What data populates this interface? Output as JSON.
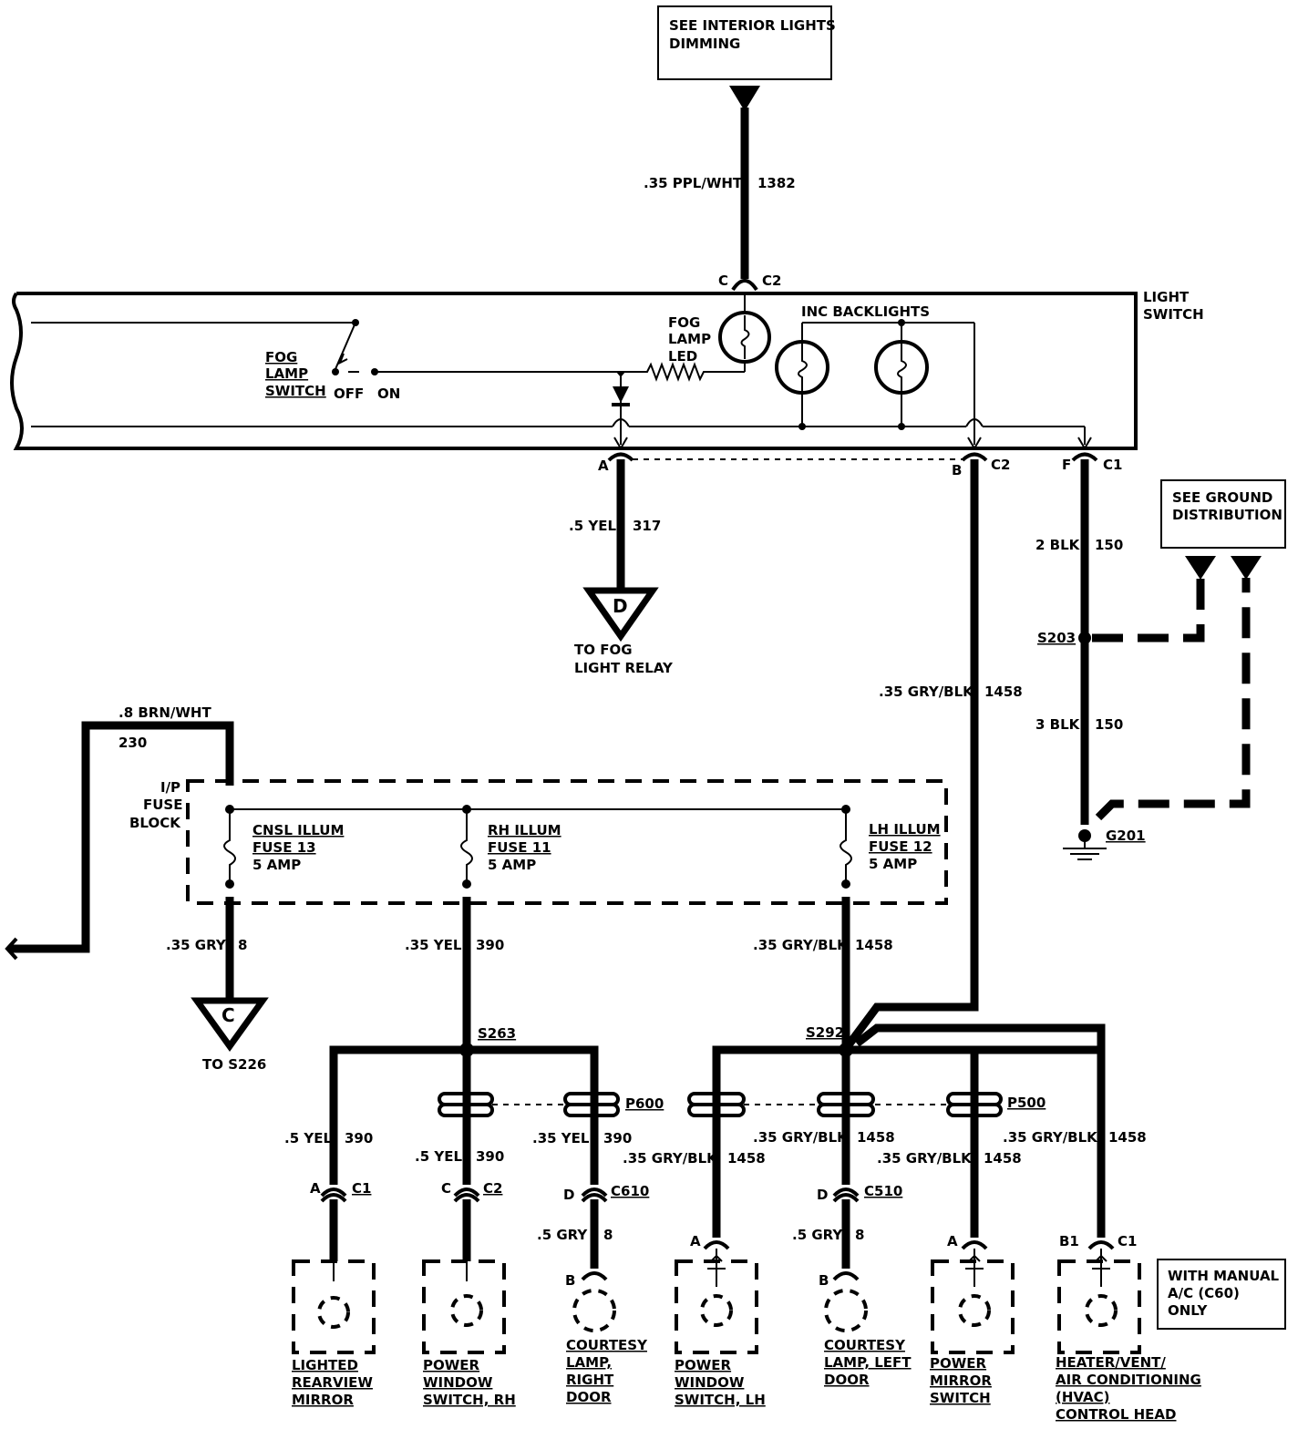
{
  "labels": {
    "interior_lights": [
      "SEE INTERIOR LIGHTS",
      "DIMMING"
    ],
    "wire_1382": [
      ".35 PPL/WHT",
      "1382"
    ],
    "conn_c_top": [
      "C",
      "C2"
    ],
    "light_switch": [
      "LIGHT",
      "SWITCH"
    ],
    "fog_lamp_led": [
      "FOG",
      "LAMP",
      "LED"
    ],
    "inc_backlights": "INC BACKLIGHTS",
    "fog_lamp_switch": [
      "FOG",
      "LAMP",
      "SWITCH"
    ],
    "off": "OFF",
    "on": "ON",
    "conn_a": [
      "A"
    ],
    "conn_b": [
      "B",
      "C2"
    ],
    "conn_f": [
      "F",
      "C1"
    ],
    "wire_317": [
      ".5 YEL",
      "317"
    ],
    "relay_letter": "D",
    "to_fog_relay": [
      "TO FOG",
      "LIGHT RELAY"
    ],
    "ground_dist": [
      "SEE GROUND",
      "DISTRIBUTION"
    ],
    "wire_150a": [
      "2 BLK",
      "150"
    ],
    "s203": "S203",
    "wire_150b": [
      "3 BLK",
      "150"
    ],
    "g201": "G201",
    "wire_1458_main": [
      ".35 GRY/BLK",
      "1458"
    ],
    "wire_230": [
      ".8 BRN/WHT",
      "230"
    ],
    "fuse_block": [
      "I/P",
      "FUSE",
      "BLOCK"
    ],
    "fuse13": [
      "CNSL ILLUM",
      "FUSE 13",
      "5 AMP"
    ],
    "fuse11": [
      "RH ILLUM",
      "FUSE 11",
      "5 AMP"
    ],
    "fuse12": [
      "LH ILLUM",
      "FUSE 12",
      "5 AMP"
    ],
    "wire_8_top": [
      ".35 GRY",
      "8"
    ],
    "wire_390_top": [
      ".35 YEL",
      "390"
    ],
    "wire_1458_fuse": [
      ".35 GRY/BLK",
      "1458"
    ],
    "s226_letter": "C",
    "to_s226": "TO S226",
    "s263": "S263",
    "s292": "S292",
    "p600": "P600",
    "p500": "P500",
    "w_390_a": [
      ".5 YEL",
      "390"
    ],
    "w_390_b": [
      ".5 YEL",
      "390"
    ],
    "w_390_c": [
      ".35 YEL",
      "390"
    ],
    "w_1458_a": [
      ".35 GRY/BLK",
      "1458"
    ],
    "w_1458_b": [
      ".35 GRY/BLK",
      "1458"
    ],
    "w_1458_c": [
      ".35 GRY/BLK",
      "1458"
    ],
    "w_1458_d": [
      ".35 GRY/BLK",
      "1458"
    ],
    "conn_a_c1": [
      "A",
      "C1"
    ],
    "conn_c_c2": [
      "C",
      "C2"
    ],
    "conn_d_c610": [
      "D",
      "C610"
    ],
    "conn_d_c510": [
      "D",
      "C510"
    ],
    "w_8_b1": [
      ".5 GRY",
      "8"
    ],
    "w_8_b2": [
      ".5 GRY",
      "8"
    ],
    "conn_b_1": "B",
    "conn_b_2": "B",
    "conn_a_pw_lh": "A",
    "conn_a_mirror_sw": "A",
    "conn_b1_c1": [
      "B1",
      "C1"
    ],
    "with_manual": [
      "WITH MANUAL",
      "A/C (C60)",
      "ONLY"
    ],
    "comp_mirror": [
      "LIGHTED",
      "REARVIEW",
      "MIRROR"
    ],
    "comp_pw_rh": [
      "POWER",
      "WINDOW",
      "SWITCH, RH"
    ],
    "comp_courtesy_r": [
      "COURTESY",
      "LAMP,",
      "RIGHT",
      "DOOR"
    ],
    "comp_pw_lh": [
      "POWER",
      "WINDOW",
      "SWITCH, LH"
    ],
    "comp_courtesy_l": [
      "COURTESY",
      "LAMP, LEFT",
      "DOOR"
    ],
    "comp_mirror_sw": [
      "POWER",
      "MIRROR",
      "SWITCH"
    ],
    "comp_hvac": [
      "HEATER/VENT/",
      "AIR CONDITIONING",
      "(HVAC)",
      "CONTROL HEAD"
    ]
  }
}
